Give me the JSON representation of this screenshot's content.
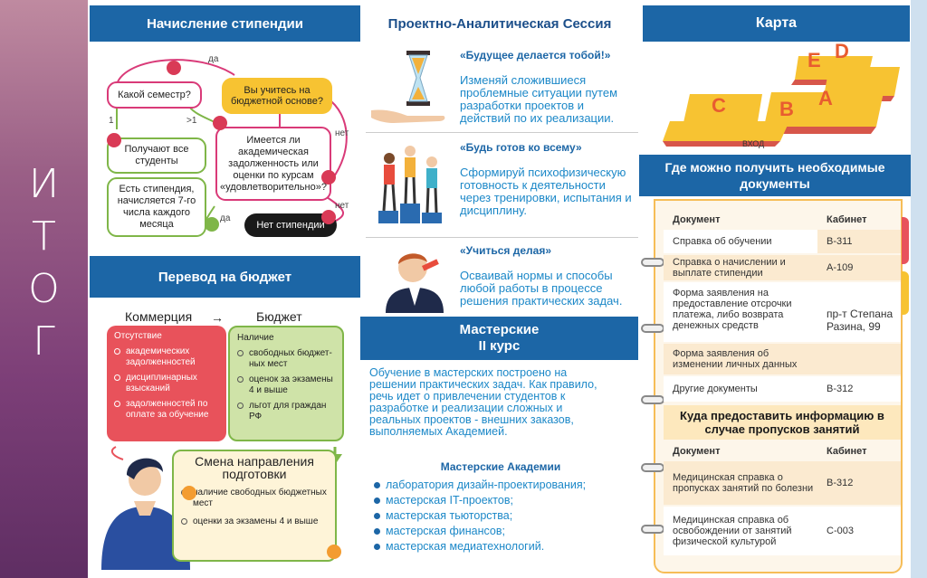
{
  "sidebar": {
    "title_letters": [
      "И",
      "Т",
      "О",
      "Г"
    ]
  },
  "stipend": {
    "title": "Начисление стипендии",
    "q_semester": "Какой семестр?",
    "q_budget": "Вы учитесь на бюджетной основе?",
    "all_students": "Получают все студенты",
    "from_7": "Есть стипендия, начисляется 7-го числа каждого месяца",
    "q_debt": "Имеется ли академическая задолженность или оценки по курсам «удовлетворительно»?",
    "no_stipend": "Нет стипендии",
    "lbl_yes1": "да",
    "lbl_one": "1",
    "lbl_gt1": ">1",
    "lbl_no1": "нет",
    "lbl_no2": "нет",
    "lbl_yes2": "да"
  },
  "budget": {
    "title": "Перевод на бюджет",
    "from": "Коммерция",
    "to": "Бюджет",
    "absent_title": "Отсутствие",
    "absent_items": [
      "академических задолженностей",
      "дисциплинарных взысканий",
      "задолженностей по оплате за обучение"
    ],
    "present_title": "Наличие",
    "present_items": [
      "свободных бюджет-ных мест",
      "оценок за экзамены 4 и выше",
      "льгот для граждан РФ"
    ],
    "change_title": "Смена направления подготовки",
    "change_items": [
      "наличие свободных бюджетных мест",
      "оценки за экзамены 4 и выше"
    ]
  },
  "session": {
    "title": "Проектно-Аналитическая Сессия",
    "items": [
      {
        "title": "«Будущее делается тобой!»",
        "text": "Изменяй сложившиеся проблемные ситуации путем разработки проектов и действий по их реализации."
      },
      {
        "title": "«Будь готов ко всему»",
        "text": "Сформируй психофизическую готовность к деятельности через тренировки, испытания и дисциплину."
      },
      {
        "title": "«Учиться делая»",
        "text": "Осваивай нормы и способы любой работы в процессе решения практических задач."
      }
    ]
  },
  "workshops": {
    "title_1": "Мастерские",
    "title_2": "II курс",
    "text": "Обучение в мастерских построено на решении практических задач. Как правило, речь идет о привлечении студентов к разработке и реализации сложных и реальных проектов - внешних заказов, выполняемых Академией.",
    "academies_title": "Мастерские Академии",
    "items": [
      "лаборатория дизайн-проектирования;",
      "мастерская IT-проектов;",
      "мастерская тьюторства;",
      "мастерская финансов;",
      "мастерская медиатехнологий."
    ]
  },
  "map": {
    "title": "Карта",
    "letters": [
      "E",
      "D",
      "C",
      "B",
      "A"
    ],
    "entry": "ВХОД"
  },
  "docs": {
    "title": "Где можно получить необходимые документы",
    "col_doc": "Документ",
    "col_room": "Кабинет",
    "rows": [
      {
        "doc": "Справка об обучении",
        "room": "В-311"
      },
      {
        "doc": "Справка о начислении и выплате стипендии",
        "room": "А-109"
      },
      {
        "doc": "Форма заявления на предоставление отсрочки платежа, либо возврата денежных средств",
        "room": "пр-т Степана Разина, 99"
      },
      {
        "doc": "Форма заявления об изменении личных данных",
        "room": ""
      },
      {
        "doc": "Другие документы",
        "room": "В-312"
      }
    ],
    "absence_title": "Куда предоставить информацию в случае пропусков занятий",
    "abs_col_doc": "Документ",
    "abs_col_room": "Кабинет",
    "abs_rows": [
      {
        "doc": "Медицинская справка о пропусках занятий по болезни",
        "room": "В-312"
      },
      {
        "doc": "Медицинская справка об освобождении от занятий физической культурой",
        "room": "С-003"
      }
    ]
  },
  "colors": {
    "blue": "#1c66a6",
    "green": "#7fb648",
    "pink": "#d93a78",
    "yellow": "#f7c332",
    "red": "#e8525b",
    "lightblue": "#1c88c8"
  }
}
